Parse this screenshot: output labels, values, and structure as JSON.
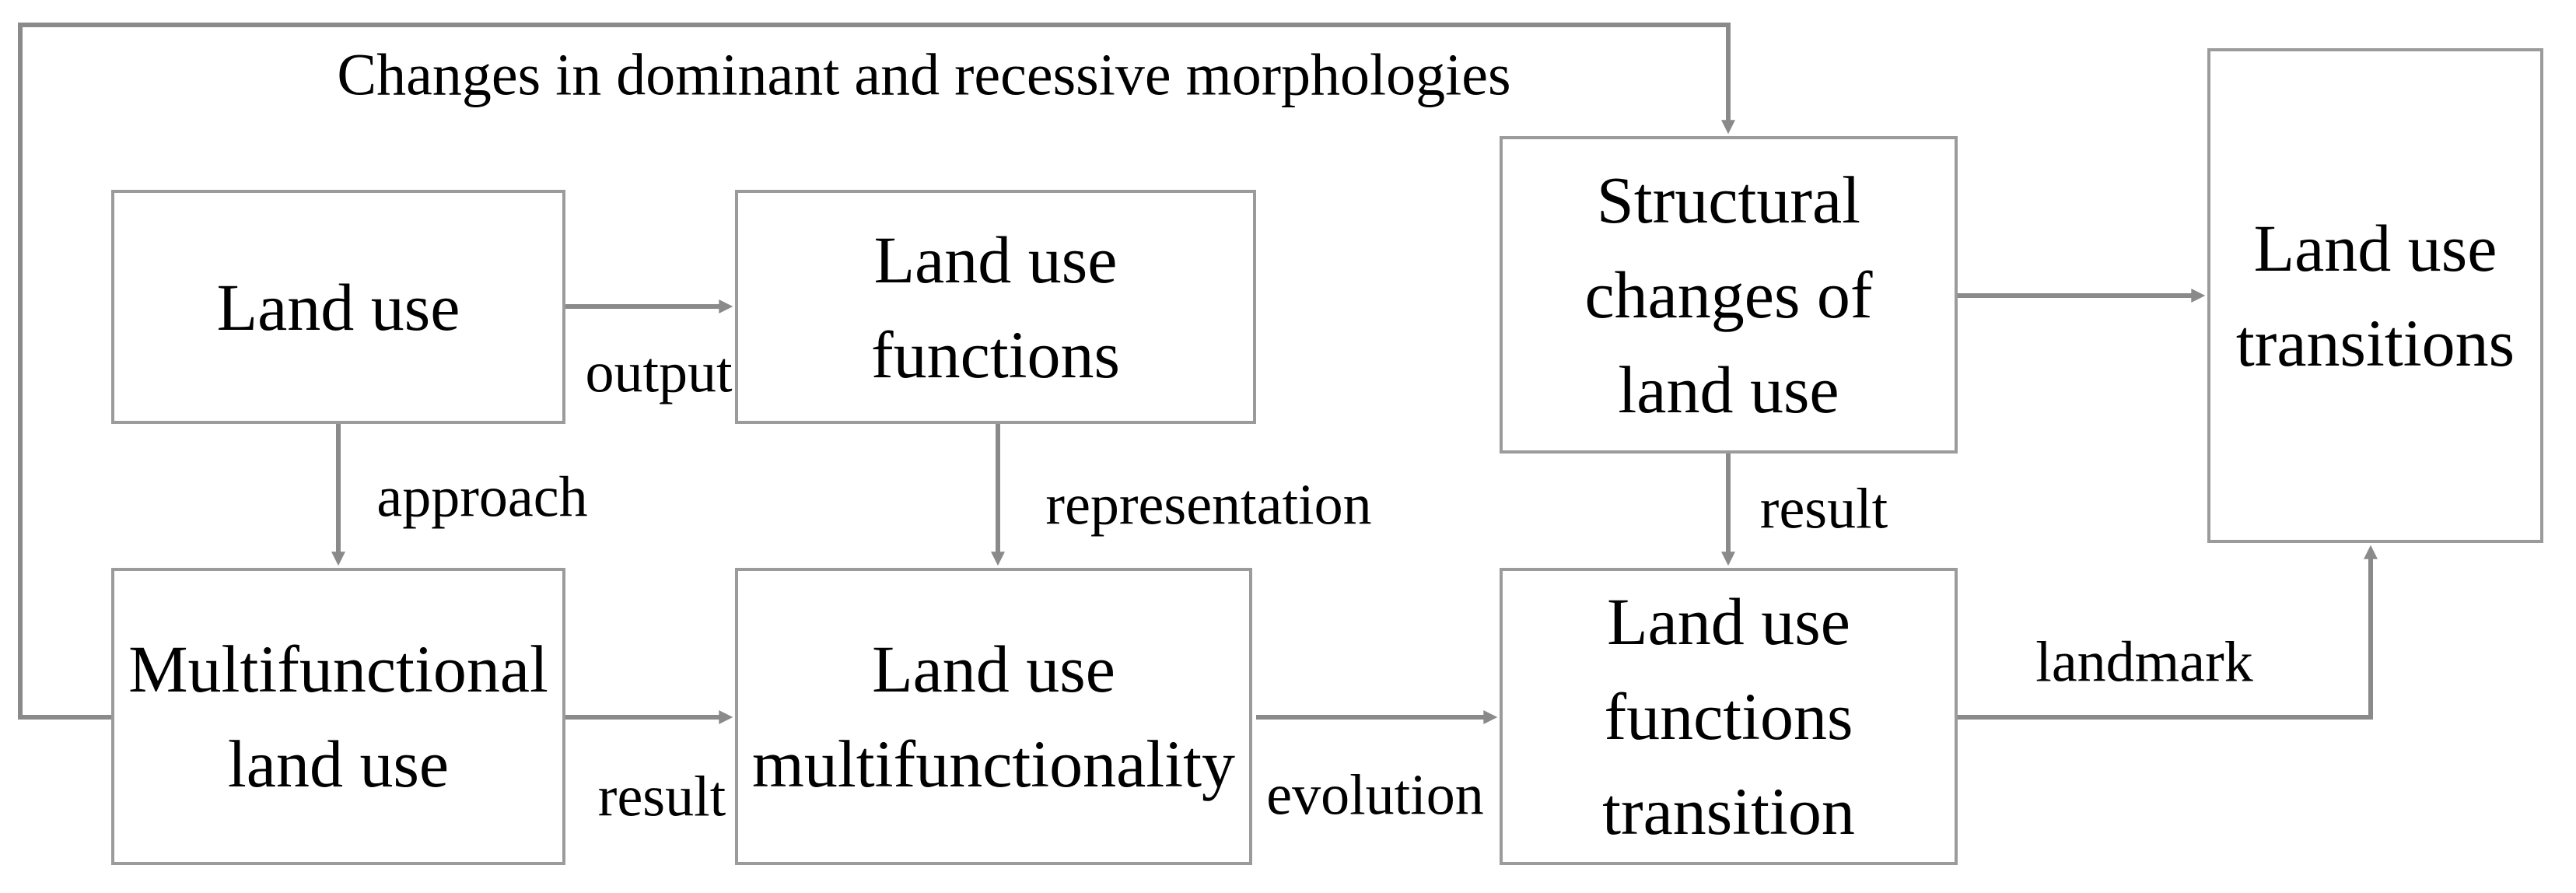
{
  "diagram": {
    "title": "Changes in dominant and recessive morphologies",
    "boxes": {
      "land_use": "Land use",
      "land_use_functions": "Land use\nfunctions",
      "structural_changes": "Structural\nchanges of\nland use",
      "land_use_transitions": "Land use\ntransitions",
      "multifunctional_land_use": "Multifunctional\nland use",
      "land_use_multifunctionality": "Land use\nmultifunctionality",
      "land_use_functions_transition": "Land use\nfunctions\ntransition"
    },
    "edge_labels": {
      "output": "output",
      "approach": "approach",
      "representation": "representation",
      "result_structural": "result",
      "result_multifunctional": "result",
      "evolution": "evolution",
      "landmark": "landmark"
    },
    "colors": {
      "line": "#8a8a8a",
      "box_border": "#9b9b9b",
      "text": "#000000",
      "background": "#ffffff"
    }
  }
}
